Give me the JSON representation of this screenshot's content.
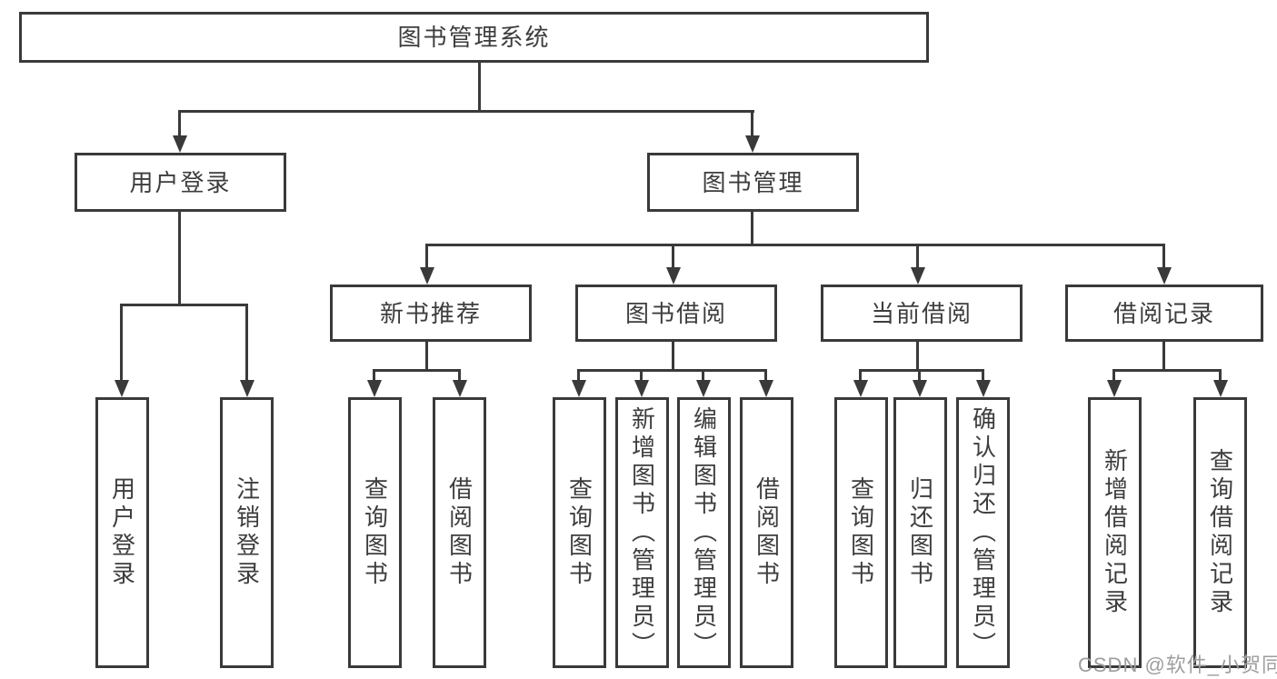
{
  "tree": {
    "label": "图书管理系统",
    "children": [
      {
        "label": "用户登录",
        "children": [
          {
            "label": "用户登录"
          },
          {
            "label": "注销登录"
          }
        ]
      },
      {
        "label": "图书管理",
        "children": [
          {
            "label": "新书推荐",
            "children": [
              {
                "label": "查询图书"
              },
              {
                "label": "借阅图书"
              }
            ]
          },
          {
            "label": "图书借阅",
            "children": [
              {
                "label": "查询图书"
              },
              {
                "label": "新增图书（管理员）"
              },
              {
                "label": "编辑图书（管理员）"
              },
              {
                "label": "借阅图书"
              }
            ]
          },
          {
            "label": "当前借阅",
            "children": [
              {
                "label": "查询图书"
              },
              {
                "label": "归还图书"
              },
              {
                "label": "确认归还（管理员）"
              }
            ]
          },
          {
            "label": "借阅记录",
            "children": [
              {
                "label": "新增借阅记录"
              },
              {
                "label": "查询借阅记录"
              }
            ]
          }
        ]
      }
    ]
  },
  "watermark": {
    "text": "CSDN @软件_小贺同学"
  },
  "colors": {
    "line": "#3a3a3a",
    "text": "#3d3d3d",
    "background": "#ffffff",
    "watermark": "#9e9e9e"
  }
}
